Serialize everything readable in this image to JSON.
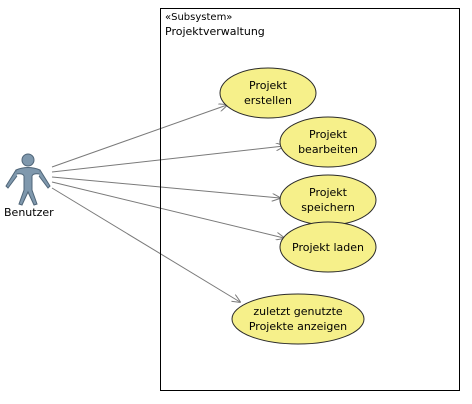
{
  "subsystem": {
    "stereotype": "«Subsystem»",
    "name": "Projektverwaltung"
  },
  "actor": {
    "name": "Benutzer"
  },
  "use_cases": [
    {
      "line1": "Projekt",
      "line2": "erstellen"
    },
    {
      "line1": "Projekt",
      "line2": "bearbeiten"
    },
    {
      "line1": "Projekt",
      "line2": "speichern"
    },
    {
      "line1": "Projekt laden",
      "line2": ""
    },
    {
      "line1": "zuletzt genutzte",
      "line2": "Projekte anzeigen"
    }
  ],
  "colors": {
    "use_case_fill": "#f6f08a",
    "use_case_stroke": "#2a2a2a",
    "actor_fill": "#7f98ad",
    "line": "#7a7a7a"
  }
}
